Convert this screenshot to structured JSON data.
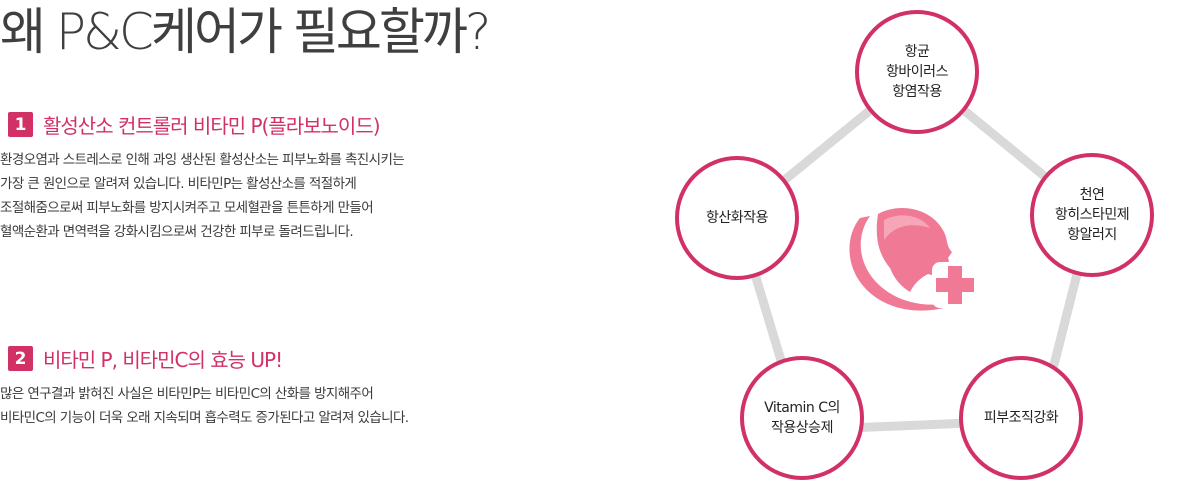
{
  "headline": "왜 P&C케어가 필요할까?",
  "sections": [
    {
      "number": "1",
      "heading": "활성산소 컨트롤러 비타민 P(플라보노이드)",
      "body": [
        "환경오염과 스트레스로 인해 과잉 생산된 활성산소는 피부노화를 촉진시키는",
        "가장 큰 원인으로 알려져 있습니다. 비타민P는 활성산소를 적절하게",
        "조절해줌으로써 피부노화를  방지시켜주고 모세혈관을 튼튼하게 만들어",
        "혈액순환과 면역력을  강화시킴으로써 건강한 피부로 돌려드립니다."
      ]
    },
    {
      "number": "2",
      "heading": "비타민 P, 비타민C의 효능 UP!",
      "body": [
        "많은 연구결과 밝혀진 사실은 비타민P는 비타민C의 산화를 방지해주어",
        "비타민C의 기능이 더욱 오래 지속되며 흡수력도 증가된다고 알려져 있습니다."
      ]
    }
  ],
  "diagram": {
    "nodes": [
      {
        "lines": [
          "항균",
          "항바이러스",
          "항염작용"
        ]
      },
      {
        "lines": [
          "천연",
          "항히스타민제",
          "항알러지"
        ]
      },
      {
        "lines": [
          "피부조직강화"
        ]
      },
      {
        "lines": [
          "Vitamin C의",
          "작용상승제"
        ]
      },
      {
        "lines": [
          "항산화작용"
        ]
      }
    ]
  },
  "colors": {
    "accent": "#d23165",
    "logo_pink": "#f07a95",
    "connector": "#d9d9d9"
  },
  "icons": {
    "center_logo": "face-profile-with-medical-cross-icon"
  }
}
